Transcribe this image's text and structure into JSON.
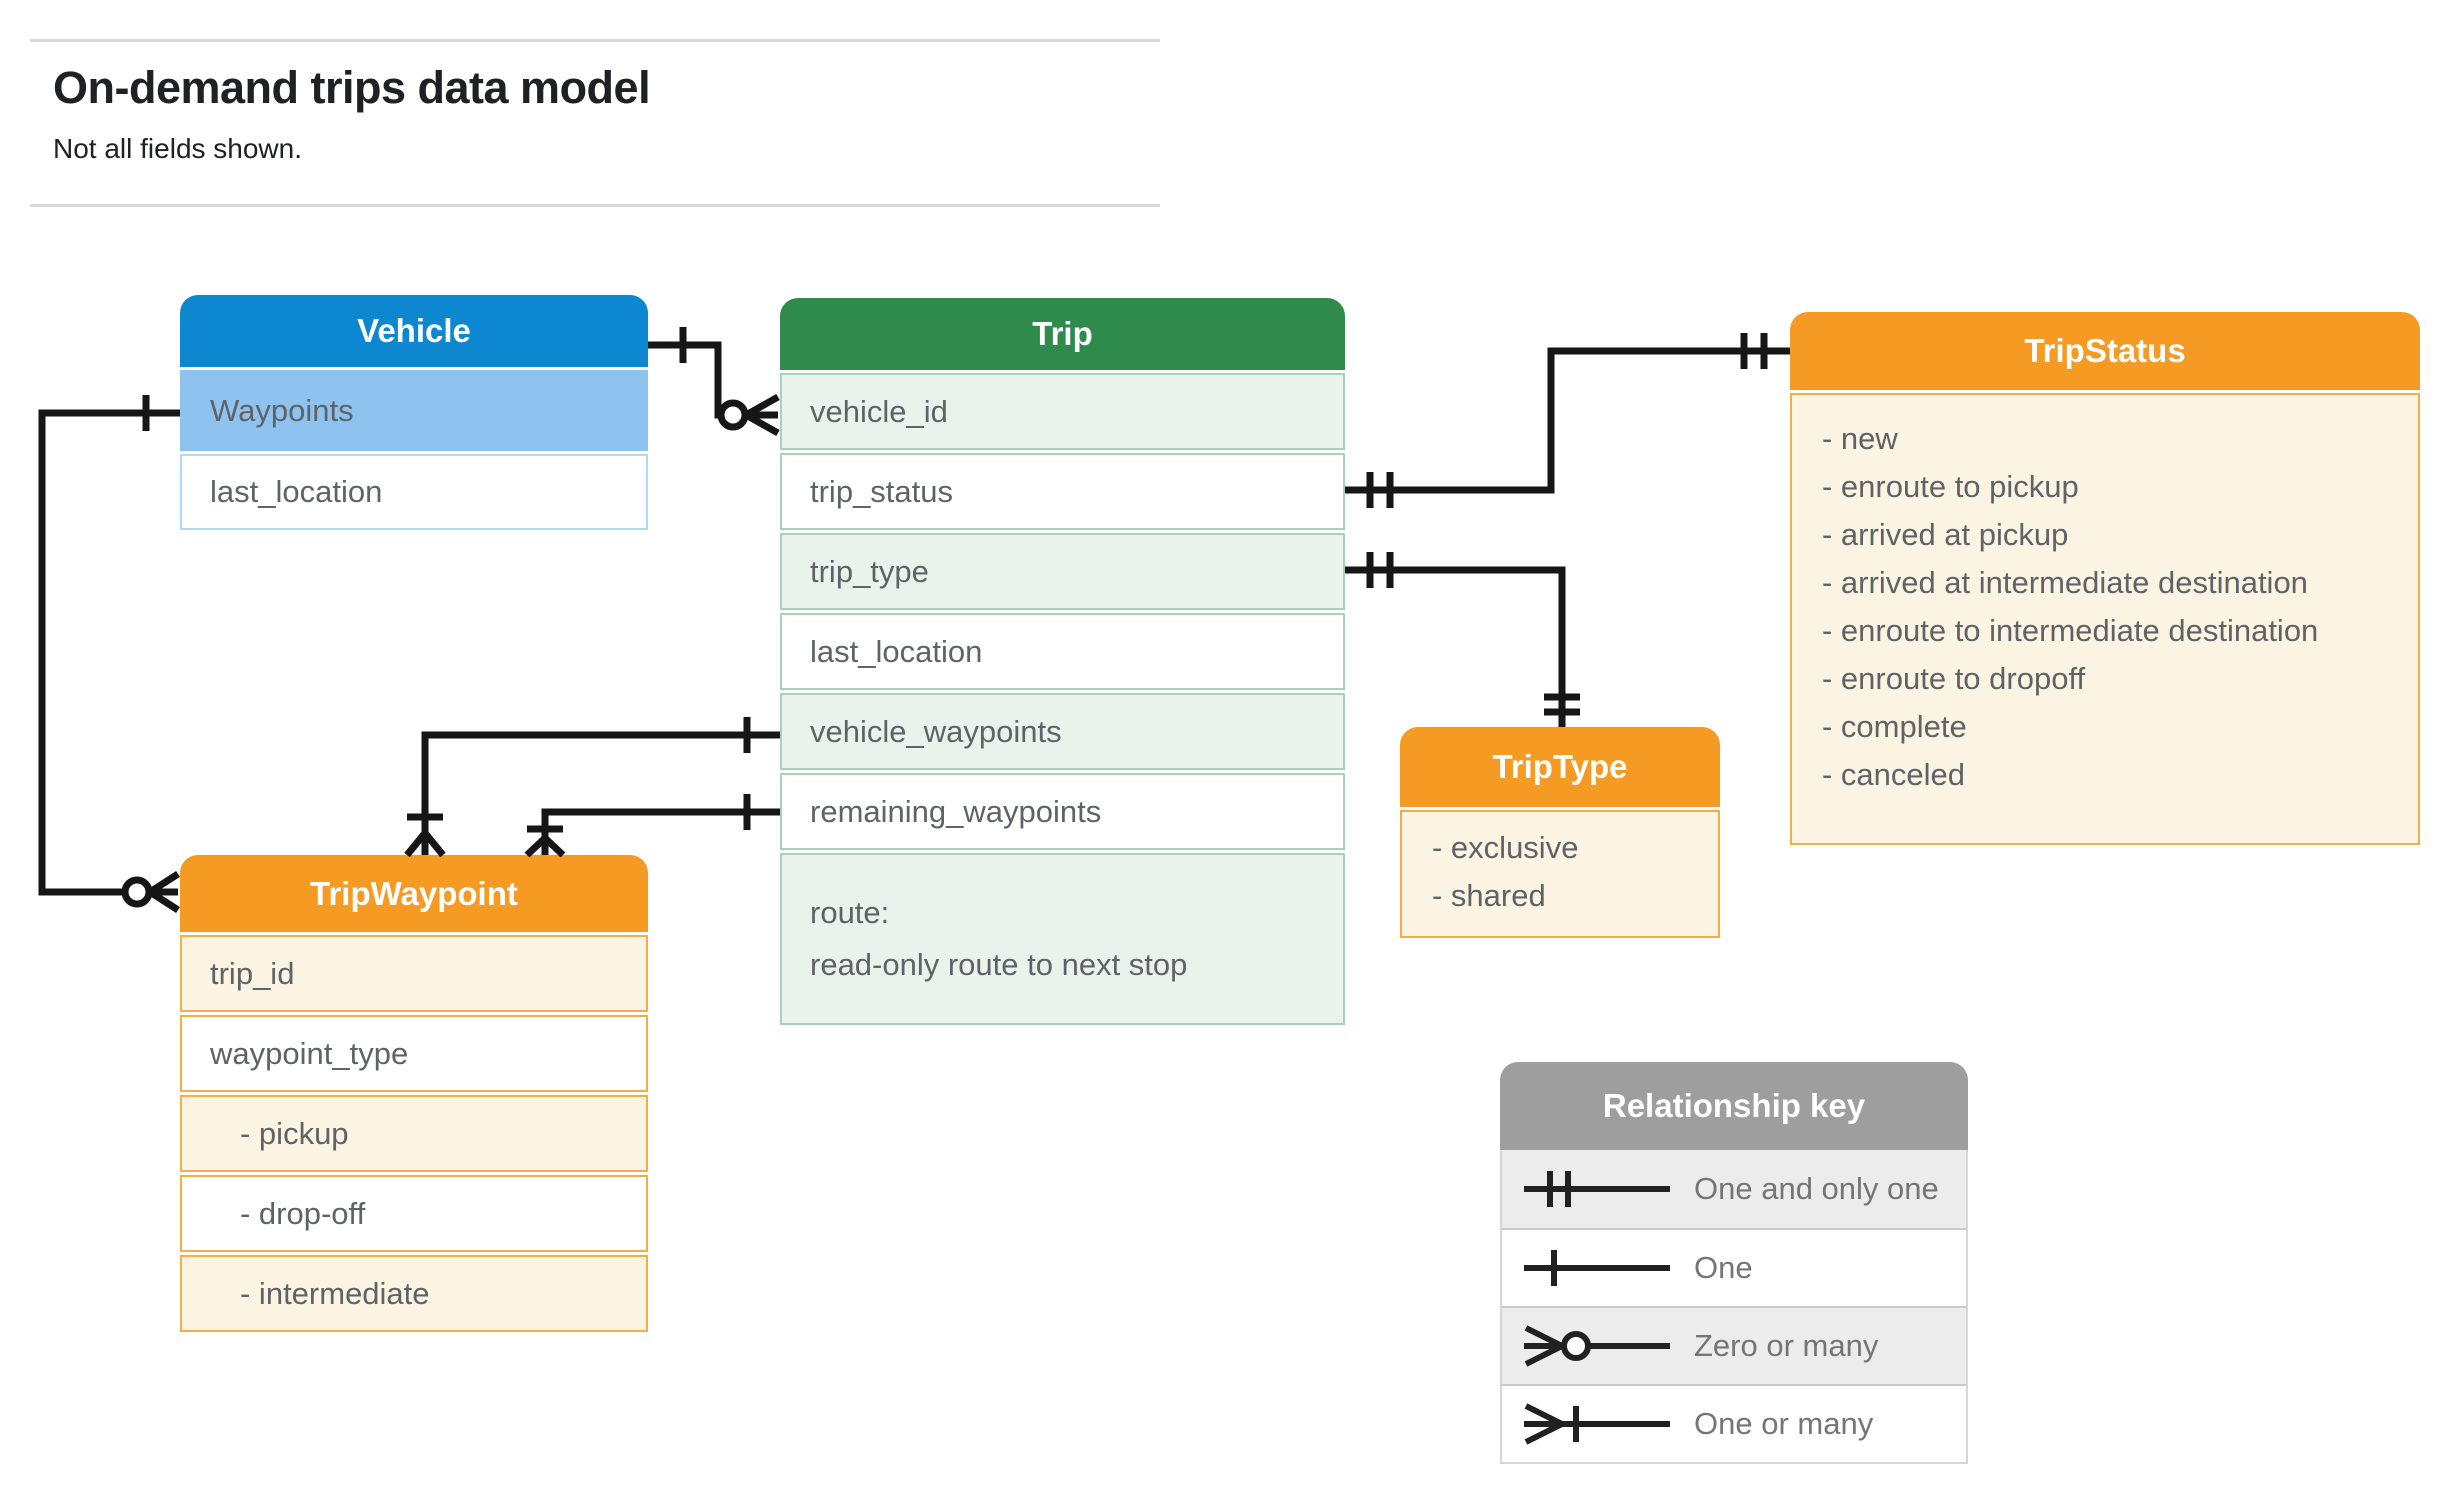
{
  "page": {
    "title": "On-demand trips data model",
    "subtitle": "Not all fields shown."
  },
  "colors": {
    "blue": "#0e87d1",
    "blue_tint": "#8dc3ee",
    "blue_border": "#b3d8f4",
    "green": "#2e8b4c",
    "green_tint": "#e9f3ec",
    "green_border": "#a6d3b4",
    "orange": "#f59b24",
    "orange_tint": "#fcf4e3",
    "orange_border": "#f4ad49",
    "gray": "#9e9e9e",
    "gray_tint": "#ececec",
    "gray_border": "#c9c9c9",
    "text": "#5f6368",
    "heading": "#202124",
    "legend_text": "#757575",
    "wire": "#161616",
    "divider": "#d9dadb"
  },
  "entities": {
    "vehicle": {
      "title": "Vehicle",
      "fields": [
        "Waypoints",
        "last_location"
      ]
    },
    "trip": {
      "title": "Trip",
      "fields": [
        "vehicle_id",
        "trip_status",
        "trip_type",
        "last_location",
        "vehicle_waypoints",
        "remaining_waypoints"
      ],
      "route_line1": "route:",
      "route_line2": "read-only route to next stop"
    },
    "trip_status": {
      "title": "TripStatus",
      "values": [
        "- new",
        "- enroute to pickup",
        "- arrived at pickup",
        "- arrived at intermediate destination",
        "- enroute to intermediate destination",
        "- enroute to dropoff",
        "- complete",
        "- canceled"
      ]
    },
    "trip_type": {
      "title": "TripType",
      "values": [
        "- exclusive",
        "- shared"
      ]
    },
    "trip_waypoint": {
      "title": "TripWaypoint",
      "fields": [
        "trip_id",
        "waypoint_type"
      ],
      "values": [
        "- pickup",
        "- drop-off",
        "- intermediate"
      ]
    }
  },
  "legend": {
    "title": "Relationship key",
    "items": [
      {
        "symbol": "one-and-only-one",
        "label": "One and only one"
      },
      {
        "symbol": "one",
        "label": "One"
      },
      {
        "symbol": "zero-or-many",
        "label": "Zero or many"
      },
      {
        "symbol": "one-or-many",
        "label": "One or many"
      }
    ]
  }
}
